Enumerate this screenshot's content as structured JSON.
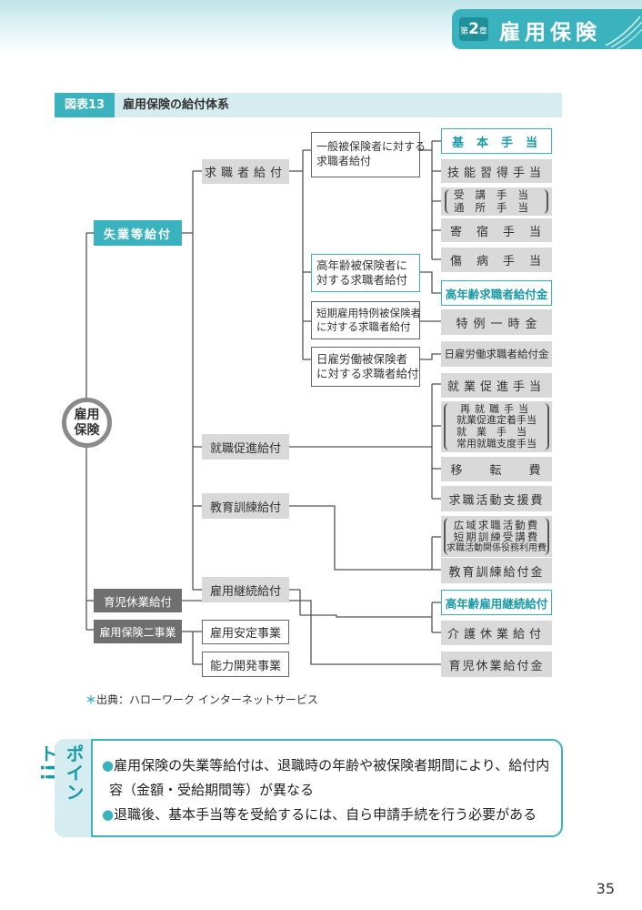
{
  "header": {
    "chapter_prefix": "第",
    "chapter_number": "2",
    "chapter_suffix": "章",
    "chapter_title": "雇用保険"
  },
  "figure": {
    "tag": "図表13",
    "title": "雇用保険の給付体系"
  },
  "chart": {
    "root": [
      "雇用",
      "保険"
    ],
    "level1": {
      "shitsugyo": "失業等給付",
      "ikuji": "育児休業給付",
      "nijigyo": "雇用保険二事業"
    },
    "level2": {
      "kyushokusha": "求職者給付",
      "shushoku": "就職促進給付",
      "kyoiku": "教育訓練給付",
      "koyo_keizoku": "雇用継続給付",
      "antei": "雇用安定事業",
      "noryoku": "能力開発事業"
    },
    "level3": {
      "ippan": [
        "一般被保険者に対する",
        "求職者給付"
      ],
      "konenrei": [
        "高年齢被保険者に",
        "対する求職者給付"
      ],
      "tanki": [
        "短期雇用特例被保険者",
        "に対する求職者給付"
      ],
      "hiyatoi": [
        "日雇労働被保険者",
        "に対する求職者給付"
      ]
    },
    "leaves": {
      "kihon": "基本手当",
      "gino": "技能習得手当",
      "juko": "受講手当",
      "tsusho": "通所手当",
      "kishuku": "寄宿手当",
      "shobyo": "傷病手当",
      "konenrei_kyushoku": "高年齢求職者給付金",
      "tokurei": "特例一時金",
      "hiyatoi_kyushoku": "日雇労働求職者給付金",
      "shugyo_sokushin": "就業促進手当",
      "sai_shushoku": "再就職手当",
      "teichaku": "就業促進定着手当",
      "shugyo": "就業手当",
      "joyo": "常用就職支度手当",
      "iten": "移転費",
      "kyushoku_shien": "求職活動支援費",
      "koiki": "広域求職活動費",
      "tanki_kunren": "短期訓練受講費",
      "kyushoku_kankei": "求職活動関係役務利用費",
      "kyoiku_kunren": "教育訓練給付金",
      "konenrei_keizoku": "高年齢雇用継続給付",
      "kaigo": "介護休業給付",
      "ikuji_kin": "育児休業給付金"
    }
  },
  "source": {
    "mark": "＊",
    "text": "出典：ハローワーク インターネットサービス"
  },
  "point": {
    "tag": "ポイント!!",
    "line1": "雇用保険の失業等給付は、退職時の年齢や被保険者期間により、給付内",
    "line2": "容（金額・受給期間等）が異なる",
    "line3": "退職後、基本手当等を受給するには、自ら申請手続を行う必要がある",
    "bullet": "●"
  },
  "page_number": "35",
  "colors": {
    "accent": "#3bb3bf",
    "accent_dark": "#1a9aa6",
    "box_gray": "#d9d9d9",
    "box_dark": "#6f6f6f"
  }
}
